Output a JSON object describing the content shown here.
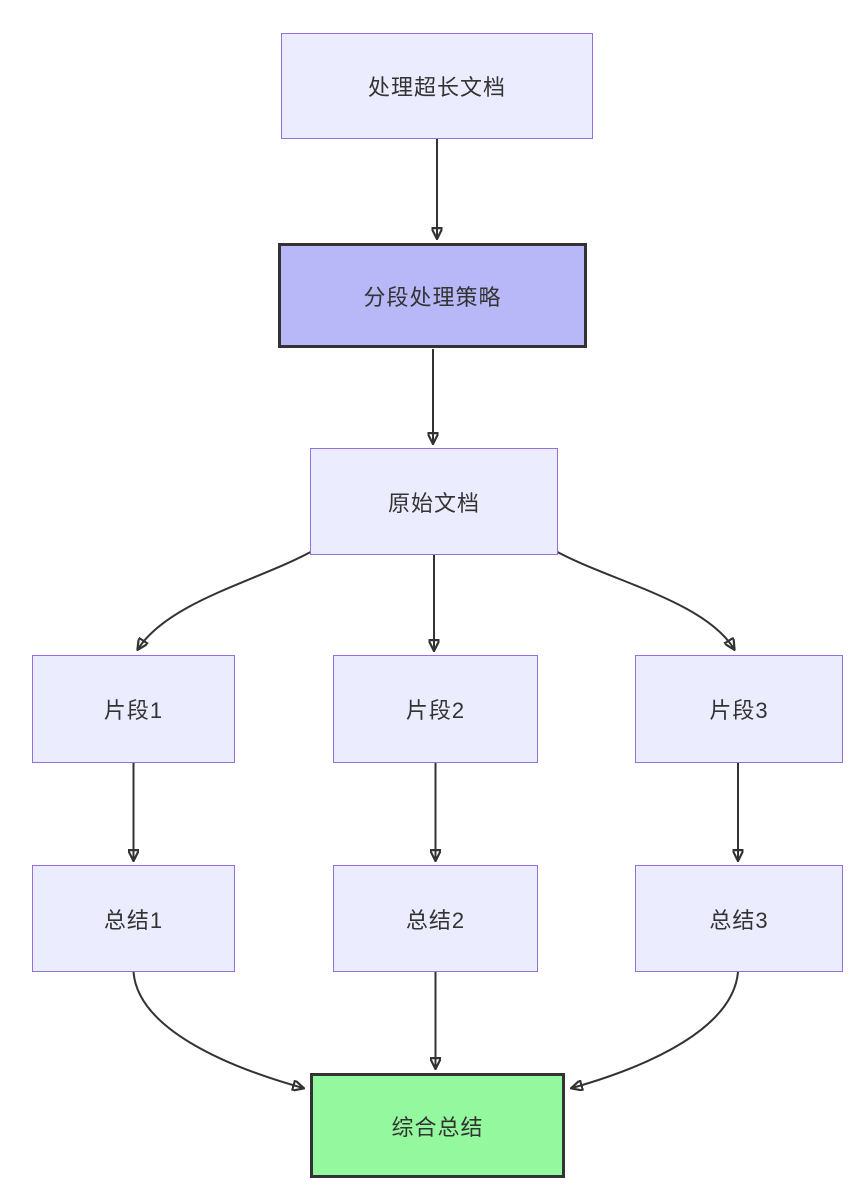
{
  "diagram": {
    "type": "flowchart",
    "direction": "top-down",
    "nodes": [
      {
        "id": "doc",
        "label": "处理超长文档",
        "variant": "default"
      },
      {
        "id": "strategy",
        "label": "分段处理策略",
        "variant": "highlight-purple"
      },
      {
        "id": "original",
        "label": "原始文档",
        "variant": "default"
      },
      {
        "id": "seg1",
        "label": "片段1",
        "variant": "default"
      },
      {
        "id": "seg2",
        "label": "片段2",
        "variant": "default"
      },
      {
        "id": "seg3",
        "label": "片段3",
        "variant": "default"
      },
      {
        "id": "sum1",
        "label": "总结1",
        "variant": "default"
      },
      {
        "id": "sum2",
        "label": "总结2",
        "variant": "default"
      },
      {
        "id": "sum3",
        "label": "总结3",
        "variant": "default"
      },
      {
        "id": "final",
        "label": "综合总结",
        "variant": "highlight-green"
      }
    ],
    "edges": [
      {
        "from": "doc",
        "to": "strategy"
      },
      {
        "from": "strategy",
        "to": "original"
      },
      {
        "from": "original",
        "to": "seg1"
      },
      {
        "from": "original",
        "to": "seg2"
      },
      {
        "from": "original",
        "to": "seg3"
      },
      {
        "from": "seg1",
        "to": "sum1"
      },
      {
        "from": "seg2",
        "to": "sum2"
      },
      {
        "from": "seg3",
        "to": "sum3"
      },
      {
        "from": "sum1",
        "to": "final"
      },
      {
        "from": "sum2",
        "to": "final"
      },
      {
        "from": "sum3",
        "to": "final"
      }
    ],
    "colors": {
      "background": "#ffffff",
      "node_fill": "#ececff",
      "node_border": "#9370db",
      "highlight_purple_fill": "#b8b8f8",
      "highlight_green_fill": "#94f99e",
      "highlight_border": "#333333",
      "edge_stroke": "#333333",
      "text": "#333333"
    }
  }
}
